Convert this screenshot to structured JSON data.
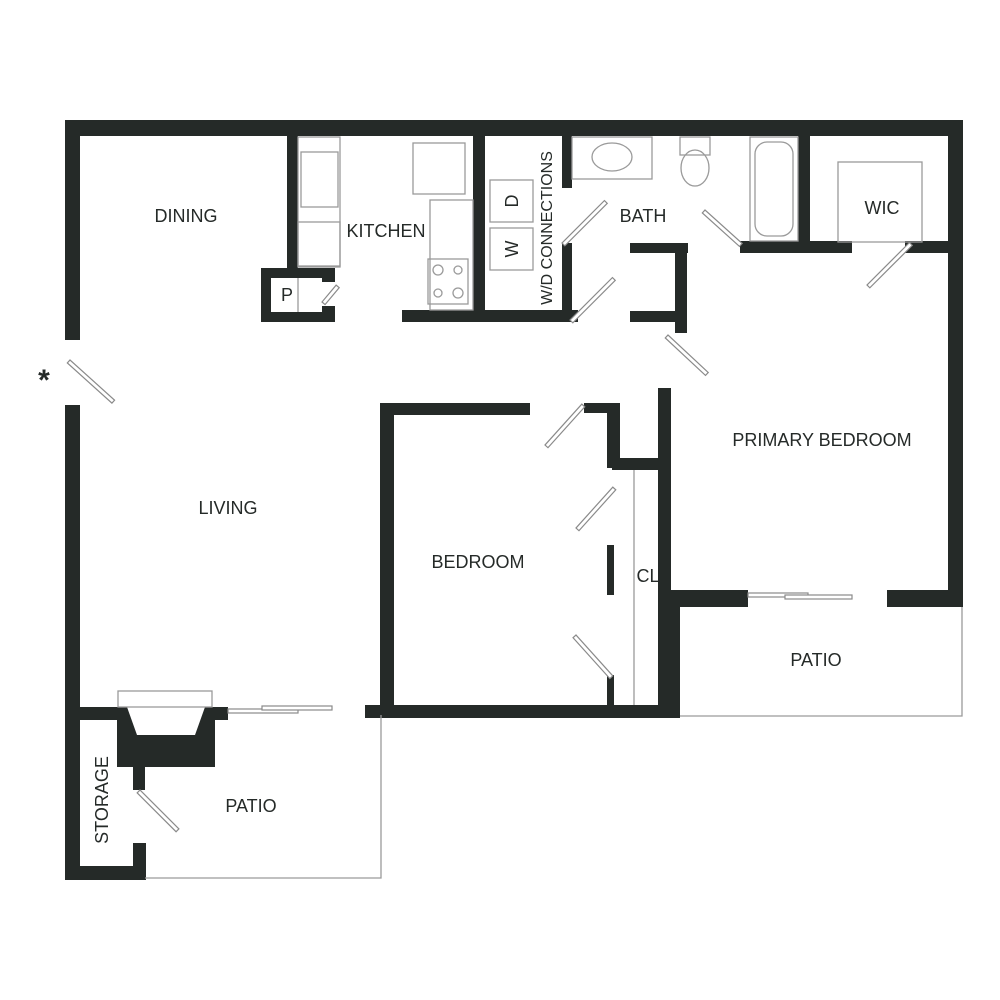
{
  "floorplan": {
    "entry_marker": "*",
    "rooms": {
      "dining": "DINING",
      "kitchen": "KITCHEN",
      "pantry": "P",
      "laundry": "W/D CONNECTIONS",
      "dryer": "D",
      "washer": "W",
      "bath": "BATH",
      "wic": "WIC",
      "primary_bedroom": "PRIMARY BEDROOM",
      "living": "LIVING",
      "bedroom": "BEDROOM",
      "closet": "CL",
      "patio_right": "PATIO",
      "patio_left": "PATIO",
      "storage": "STORAGE"
    },
    "colors": {
      "wall": "#252a28",
      "fixture_line": "#9a9a9a"
    }
  }
}
